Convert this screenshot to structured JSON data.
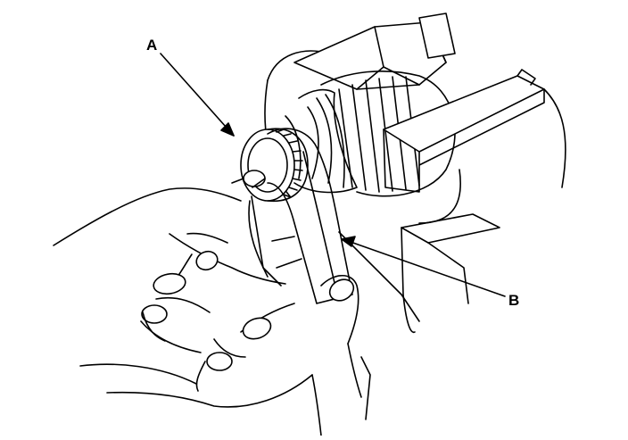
{
  "figure": {
    "callouts": [
      {
        "id": "A",
        "label": "A",
        "part": "commutator"
      },
      {
        "id": "B",
        "label": "B",
        "part": "sandpaper-strip"
      }
    ],
    "colors": {
      "ink": "#000000",
      "paper": "#ffffff"
    },
    "icons": [
      "armature-drawing",
      "hands-drawing",
      "leader-arrow"
    ]
  }
}
